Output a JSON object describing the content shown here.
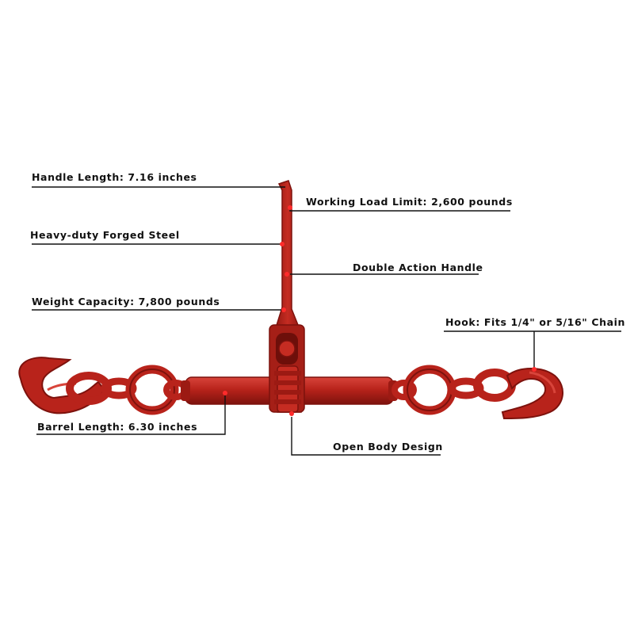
{
  "product": {
    "name": "ratchet-load-binder",
    "body_color": "#b8231b",
    "highlight_color": "#d8443a",
    "shadow_color": "#7d120d",
    "marker_color": "#ff2b2b",
    "line_color": "#111111"
  },
  "callouts": {
    "handle_length": "Handle Length: 7.16 inches",
    "working_load_limit": "Working Load Limit: 2,600 pounds",
    "forged_steel": "Heavy-duty Forged Steel",
    "double_action": "Double Action Handle",
    "weight_capacity": "Weight Capacity: 7,800 pounds",
    "hook": "Hook: Fits 1/4\" or 5/16\" Chain",
    "barrel_length": "Barrel Length: 6.30 inches",
    "open_body": "Open Body Design"
  }
}
